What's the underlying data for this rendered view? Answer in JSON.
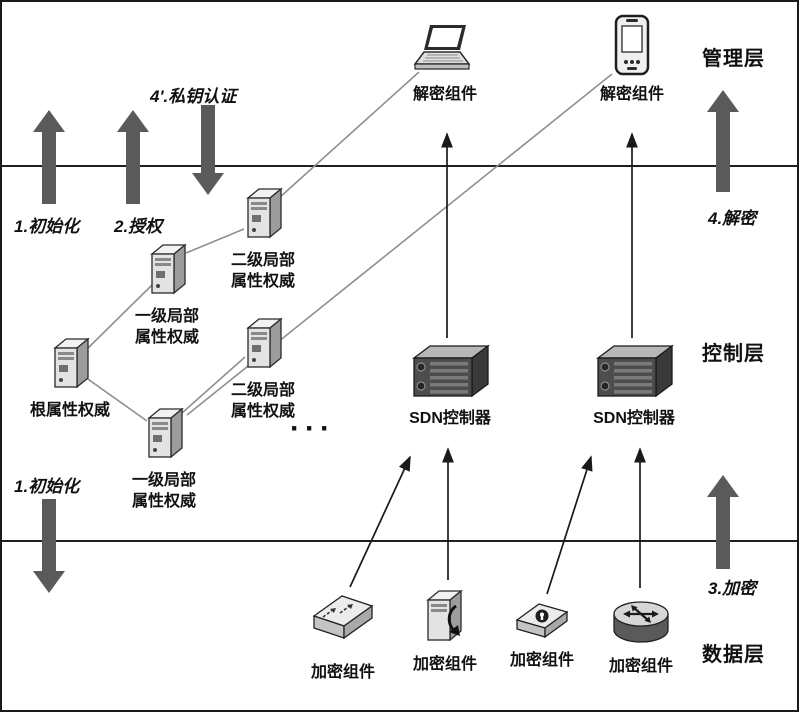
{
  "layers": {
    "management": "管理层",
    "control": "控制层",
    "data": "数据层"
  },
  "flows": {
    "init_top": "1.初始化",
    "authorize": "2.授权",
    "private_key_auth": "4'.私钥认证",
    "decrypt": "4.解密",
    "init_bottom": "1.初始化",
    "encrypt": "3.加密"
  },
  "nodes": {
    "decrypt_component_left": "解密组件",
    "decrypt_component_right": "解密组件",
    "authority_l2_top": "二级局部\n属性权威",
    "authority_l1_top": "一级局部\n属性权威",
    "authority_l2_mid": "二级局部\n属性权威",
    "authority_root": "根属性权威",
    "authority_l1_bottom": "一级局部\n属性权威",
    "sdn_controller_1": "SDN控制器",
    "sdn_controller_2": "SDN控制器",
    "encrypt_switch": "加密组件",
    "encrypt_server": "加密组件",
    "encrypt_device": "加密组件",
    "encrypt_router": "加密组件"
  },
  "ellipsis": "···",
  "icons": {
    "decrypt_left": "laptop-icon",
    "decrypt_right": "pda-icon",
    "authority": "tower-server-icon",
    "sdn": "rack-server-icon",
    "encrypt_switch": "switch-icon",
    "encrypt_server": "server-encrypt-icon",
    "encrypt_device": "secure-device-icon",
    "encrypt_router": "router-icon"
  },
  "colors": {
    "thick_arrow": "#5a5a5a",
    "border": "#1a1a1a",
    "tree_line": "#8f8f8f",
    "thin_arrow": "#1a1a1a"
  }
}
